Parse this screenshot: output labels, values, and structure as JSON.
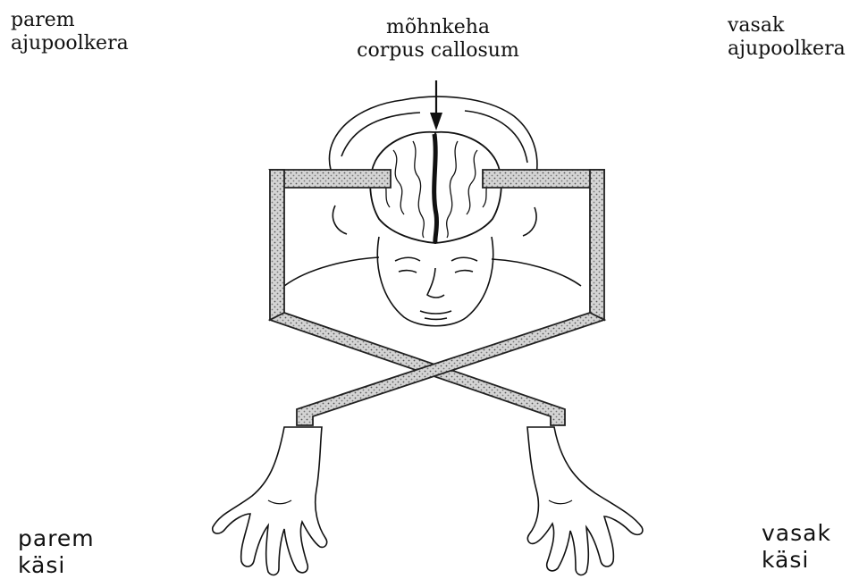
{
  "labels": {
    "top_left": {
      "line1": "parem",
      "line2": "ajupoolkera"
    },
    "top_center": {
      "line1": "mõhnkeha",
      "line2": "corpus callosum"
    },
    "top_right": {
      "line1": "vasak",
      "line2": "ajupoolkera"
    },
    "bottom_left": {
      "line1": "parem",
      "line2": "käsi"
    },
    "bottom_right": {
      "line1": "vasak",
      "line2": "käsi"
    }
  },
  "colors": {
    "ink": "#111111",
    "pathway_fill": "#bdbdbd",
    "background": "#ffffff"
  },
  "icons": [
    "brain-hemispheres-icon",
    "face-icon",
    "hand-icon",
    "arrow-down-icon"
  ]
}
